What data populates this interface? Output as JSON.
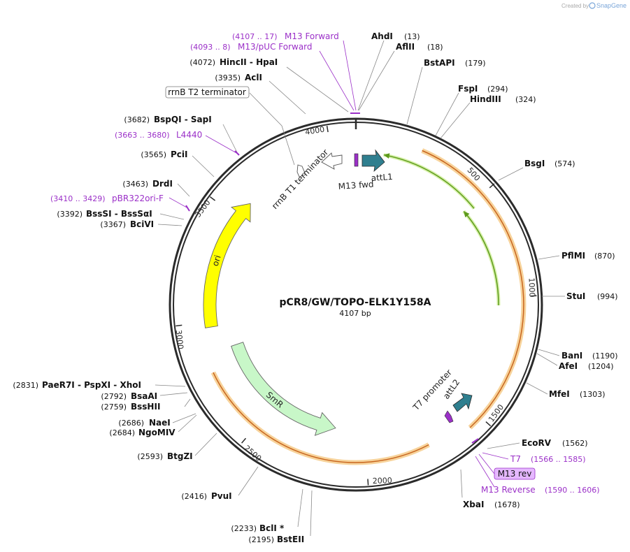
{
  "credit": {
    "created_by": "Created by",
    "brand": "SnapGene"
  },
  "plasmid": {
    "name": "pCR8/GW/TOPO-ELK1Y158A",
    "length_label": "4107 bp",
    "length_bp": 4107
  },
  "colors": {
    "backbone": "#2b2b2b",
    "primer": "#9b30c8",
    "feature_orange_fill": "#f7d39b",
    "feature_orange_outline": "#c8661f",
    "feature_green_outline": "#5d9a1c",
    "ori_fill": "#ffff00",
    "smr_fill": "#c8f7c8",
    "attl_fill": "#2f7f8f",
    "terminator_fill": "#ffffff"
  },
  "ticks": [
    {
      "label": "500",
      "bp": 500
    },
    {
      "label": "1000",
      "bp": 1000
    },
    {
      "label": "1500",
      "bp": 1500
    },
    {
      "label": "2000",
      "bp": 2000
    },
    {
      "label": "2500",
      "bp": 2500
    },
    {
      "label": "3000",
      "bp": 3000
    },
    {
      "label": "3500",
      "bp": 3500
    },
    {
      "label": "4000",
      "bp": 4000
    }
  ],
  "features": [
    {
      "name": "orange-arc-cds",
      "start": 265,
      "end": 1565,
      "type": "orange-arc"
    },
    {
      "name": "green-arc-outer",
      "start": 120,
      "end": 580,
      "type": "green-arc",
      "direction": "reverse"
    },
    {
      "name": "green-arc-inner",
      "start": 560,
      "end": 1030,
      "type": "green-arc",
      "direction": "reverse"
    },
    {
      "name": "orange-arc-smr-cds",
      "start": 1740,
      "end": 2790,
      "type": "orange-arc"
    },
    {
      "name": "SmR",
      "label": "SmR",
      "start": 2160,
      "end": 2870,
      "type": "smr",
      "direction": "reverse"
    },
    {
      "name": "ori",
      "label": "ori",
      "start": 2980,
      "end": 3580,
      "type": "ori",
      "direction": "forward"
    }
  ],
  "small_features": [
    {
      "label": "attL1",
      "bp": 25
    },
    {
      "label": "M13 fwd",
      "bp": 15
    },
    {
      "label": "rrnB T1 terminator",
      "bp": 3880
    },
    {
      "label": "T7 promoter",
      "bp": 1560
    },
    {
      "label": "attL2",
      "bp": 1500
    }
  ],
  "boxed_labels": [
    {
      "label": "rrnB T2 terminator"
    },
    {
      "label": "M13 rev"
    }
  ],
  "sites": [
    {
      "name": "AhdI",
      "pos": "(13)"
    },
    {
      "name": "AflII",
      "pos": "(18)"
    },
    {
      "name": "BstAPI",
      "pos": "(179)"
    },
    {
      "name": "FspI",
      "pos": "(294)"
    },
    {
      "name": "HindIII",
      "pos": "(324)"
    },
    {
      "name": "BsgI",
      "pos": "(574)"
    },
    {
      "name": "PflMI",
      "pos": "(870)"
    },
    {
      "name": "StuI",
      "pos": "(994)"
    },
    {
      "name": "BanI",
      "pos": "(1190)"
    },
    {
      "name": "AfeI",
      "pos": "(1204)"
    },
    {
      "name": "MfeI",
      "pos": "(1303)"
    },
    {
      "name": "EcoRV",
      "pos": "(1562)"
    },
    {
      "name": "XbaI",
      "pos": "(1678)"
    },
    {
      "name": "BstEII",
      "pos": "(2195)"
    },
    {
      "name": "BclI *",
      "pos": "(2233)"
    },
    {
      "name": "PvuI",
      "pos": "(2416)"
    },
    {
      "name": "BtgZI",
      "pos": "(2593)"
    },
    {
      "name": "NgoMIV",
      "pos": "(2684)"
    },
    {
      "name": "NaeI",
      "pos": "(2686)"
    },
    {
      "name": "BssHII",
      "pos": "(2759)"
    },
    {
      "name": "BsaAI",
      "pos": "(2792)"
    },
    {
      "name": "PaeR7I - PspXI - XhoI",
      "pos": "(2831)"
    },
    {
      "name": "BciVI",
      "pos": "(3367)"
    },
    {
      "name": "BssSI - BssSαI",
      "pos": "(3392)"
    },
    {
      "name": "DrdI",
      "pos": "(3463)"
    },
    {
      "name": "PciI",
      "pos": "(3565)"
    },
    {
      "name": "BspQI - SapI",
      "pos": "(3682)"
    },
    {
      "name": "AclI",
      "pos": "(3935)"
    },
    {
      "name": "HincII - HpaI",
      "pos": "(4072)"
    }
  ],
  "primers": [
    {
      "name": "M13 Forward",
      "pos": "(4107 .. 17)"
    },
    {
      "name": "M13/pUC Forward",
      "pos": "(4093 .. 8)"
    },
    {
      "name": "L4440",
      "pos": "(3663 .. 3680)"
    },
    {
      "name": "pBR322ori-F",
      "pos": "(3410 .. 3429)"
    },
    {
      "name": "T7",
      "pos": "(1566 .. 1585)"
    },
    {
      "name": "M13 Reverse",
      "pos": "(1590 .. 1606)"
    }
  ]
}
